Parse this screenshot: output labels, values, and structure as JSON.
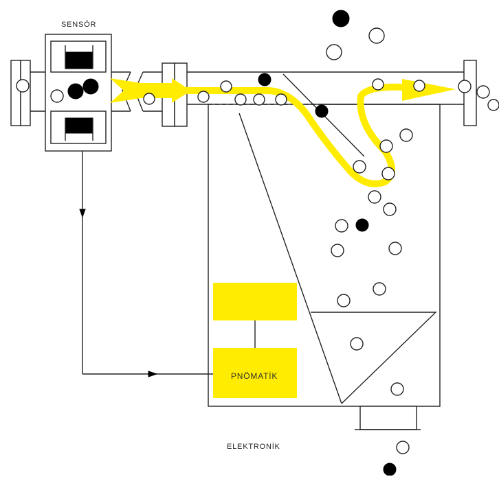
{
  "labels": {
    "sensor": "SENSÖR",
    "pnomatik": "PNÖMATİK",
    "elektronik": "ELEKTRONİK"
  },
  "colors": {
    "accent_yellow": "#ffec00",
    "line": "#222222",
    "particle_dark": "#000000",
    "particle_light": "#ffffff"
  }
}
